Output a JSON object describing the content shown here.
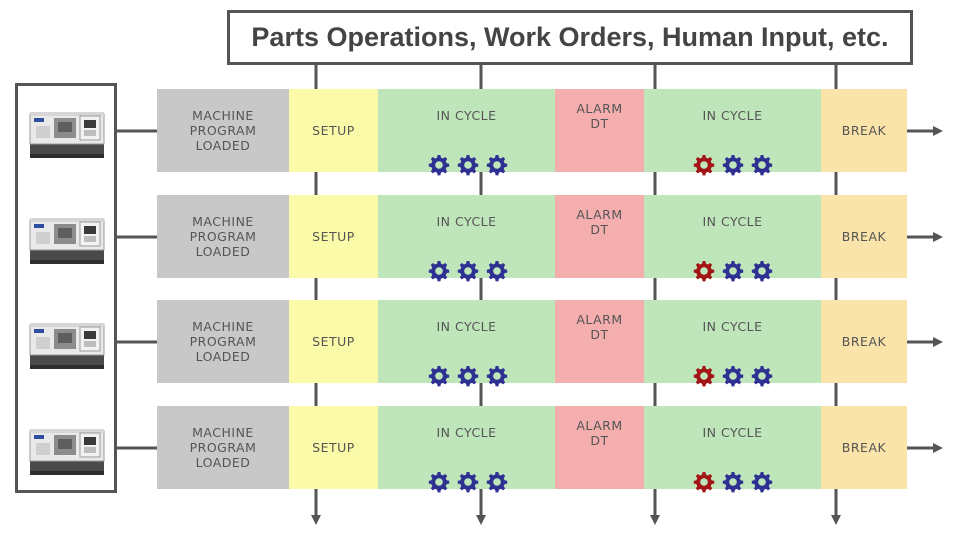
{
  "title": "Parts Operations, Work Orders, Human Input, etc.",
  "colors": {
    "machine_loaded": "#c8c8c8",
    "setup": "#fafaa8",
    "in_cycle": "#bfe5bb",
    "alarm": "#f5aeae",
    "break": "#fbe4aa",
    "gear_normal": "#2e3192",
    "gear_alarm": "#a31515",
    "line": "#555555"
  },
  "rows": [
    {
      "machine_icon": "cnc-lathe-icon",
      "segments": {
        "loaded": "MACHINE\nPROGRAM\nLOADED",
        "setup": "SETUP",
        "cycle1": "IN CYCLE",
        "alarm": "ALARM\nDT",
        "cycle2": "IN CYCLE",
        "break": "BREAK"
      }
    },
    {
      "machine_icon": "cnc-lathe-icon",
      "segments": {
        "loaded": "MACHINE\nPROGRAM\nLOADED",
        "setup": "SETUP",
        "cycle1": "IN CYCLE",
        "alarm": "ALARM\nDT",
        "cycle2": "IN CYCLE",
        "break": "BREAK"
      }
    },
    {
      "machine_icon": "cnc-lathe-icon",
      "segments": {
        "loaded": "MACHINE\nPROGRAM\nLOADED",
        "setup": "SETUP",
        "cycle1": "IN CYCLE",
        "alarm": "ALARM\nDT",
        "cycle2": "IN CYCLE",
        "break": "BREAK"
      }
    },
    {
      "machine_icon": "cnc-lathe-icon",
      "segments": {
        "loaded": "MACHINE\nPROGRAM\nLOADED",
        "setup": "SETUP",
        "cycle1": "IN CYCLE",
        "alarm": "ALARM\nDT",
        "cycle2": "IN CYCLE",
        "break": "BREAK"
      }
    }
  ]
}
